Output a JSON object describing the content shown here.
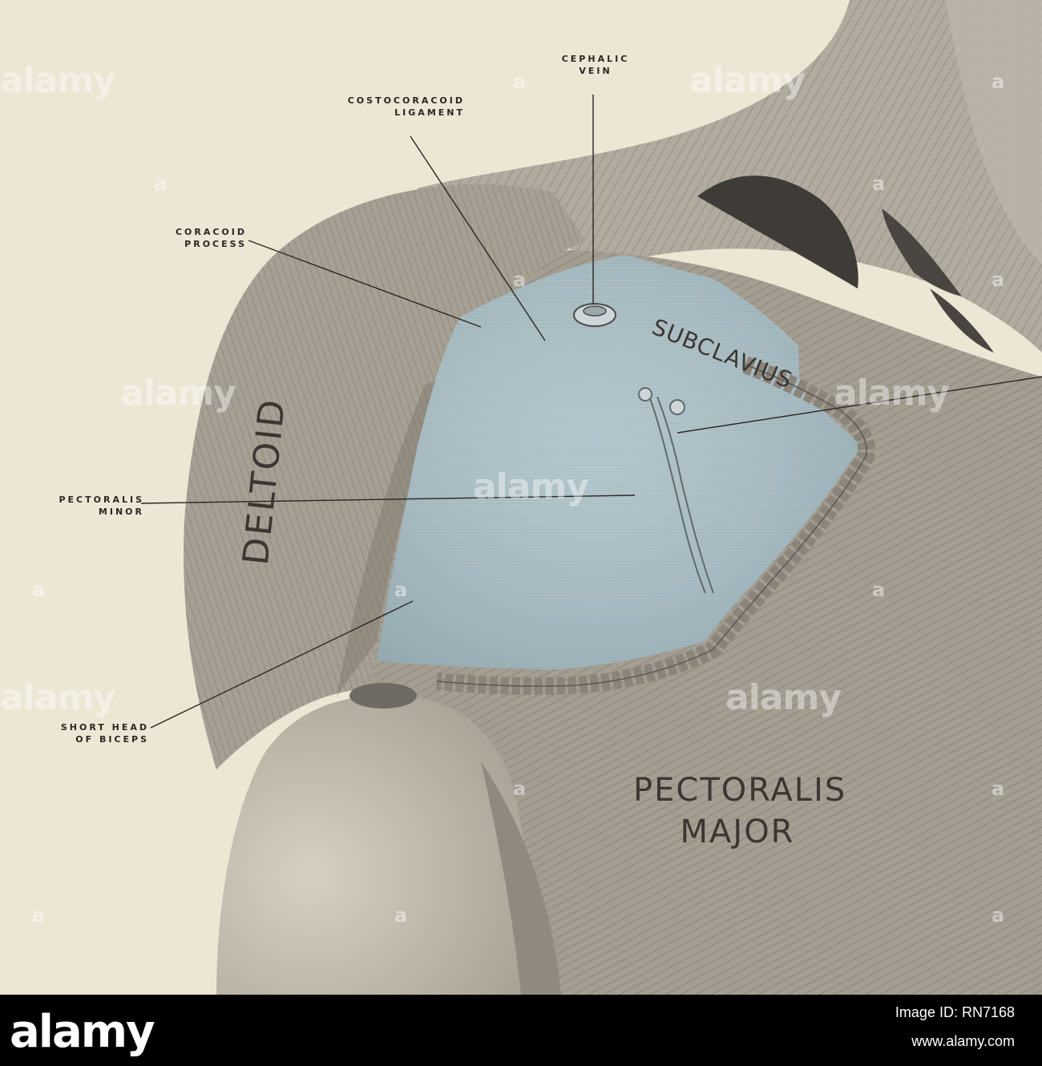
{
  "labels": {
    "cephalic_vein": [
      "CEPHALIC",
      "VEIN"
    ],
    "costocoracoid_ligament": [
      "COSTOCORACOID",
      "LIGAMENT"
    ],
    "coracoid_process": [
      "CORACOID",
      "PROCESS"
    ],
    "pectoralis_minor": [
      "PECTORALIS",
      "MINOR"
    ],
    "short_head_of_biceps": [
      "SHORT HEAD",
      "OF BICEPS"
    ]
  },
  "muscle_labels": {
    "deltoid": "DELTOID",
    "subclavius": "SUBCLAVIUS",
    "pectoralis_major": [
      "PECTORALIS",
      "MAJOR"
    ]
  },
  "watermark": {
    "text": "alamy",
    "letter": "a"
  },
  "footer": {
    "logo": "alamy",
    "image_id": "Image ID: RN7168",
    "url": "www.alamy.com"
  },
  "colors": {
    "paper": "#ece6d4",
    "muscle": "#a39d91",
    "fascia": "#a9bfc6",
    "footer": "#000000"
  }
}
